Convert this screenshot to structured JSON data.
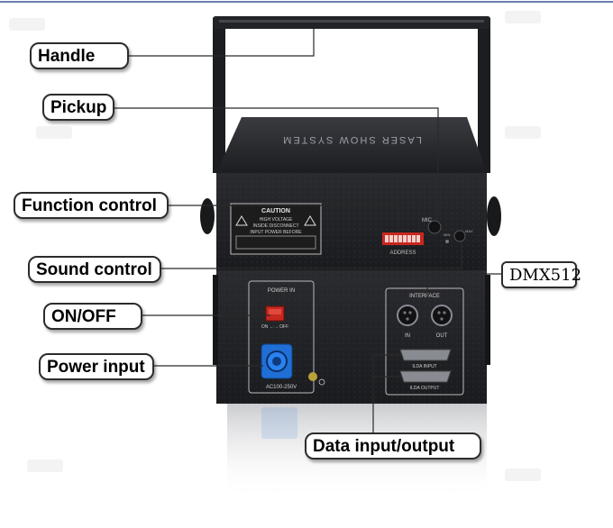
{
  "callouts": {
    "handle": "Handle",
    "pickup": "Pickup",
    "function_control": "Function control",
    "sound_control": "Sound control",
    "on_off": "ON/OFF",
    "power_input": "Power input",
    "dmx": "DMX512",
    "data_io": "Data input/output"
  },
  "device": {
    "top_label": "LASER SHOW SYSTEM",
    "caution_title": "CAUTION",
    "caution_lines": [
      "HIGH VOLTAGE",
      "INSIDE   DISCONNECT",
      "INPUT POWER BEFORE"
    ],
    "address": "ADDRESS",
    "mic": "MIC",
    "knob_min": "MIN",
    "knob_max": "MAX",
    "power_in": "POWER   IN",
    "on_off_switch": "ON ←→ OFF",
    "voltage": "AC100-250V",
    "interface": "INTERFACE",
    "in_label": "IN",
    "out_label": "OUT",
    "ilda_input": "ILDA INPUT",
    "ilda_output": "ILDA OUTPUT"
  },
  "colors": {
    "device_body": "#1e1f22",
    "panel": "#2a2b2f",
    "power_connector": "#1f6fd6",
    "switch": "#c8281e",
    "leader_line": "#2a2a2a"
  }
}
